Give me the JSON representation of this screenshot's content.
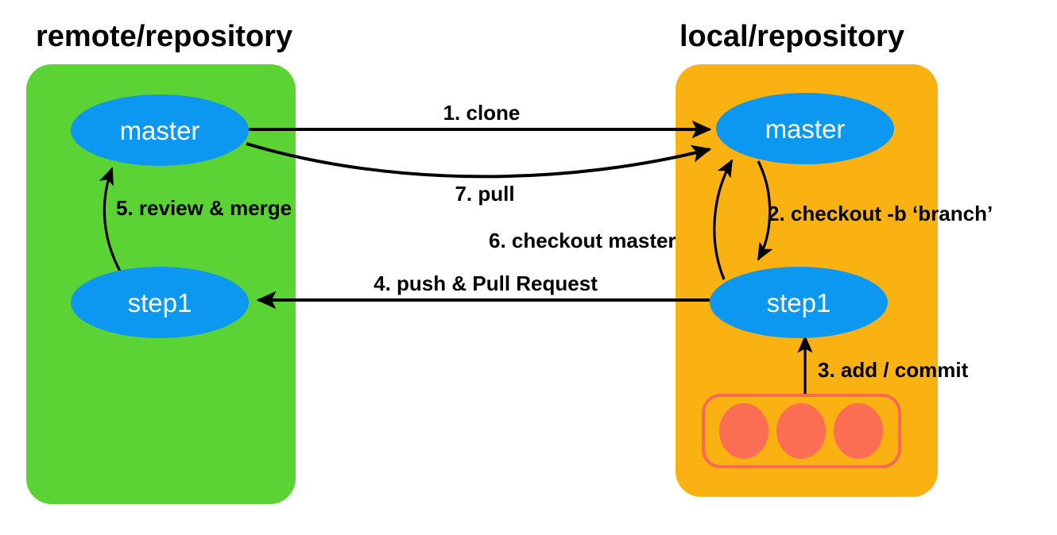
{
  "diagram": {
    "title_remote": "remote/repository",
    "title_local": "local/repository",
    "colors": {
      "remote_panel": "#5CD334",
      "local_panel": "#F9B211",
      "branch_node": "#0C98F0",
      "node_text": "#FFFFFF",
      "commit_dot": "#FC6E53",
      "staging_border": "#F96A54",
      "arrow": "#000000",
      "background": "#FFFFFF"
    },
    "nodes": [
      {
        "id": "remote-master",
        "label": "master",
        "panel": "remote"
      },
      {
        "id": "remote-step1",
        "label": "step1",
        "panel": "remote"
      },
      {
        "id": "local-master",
        "label": "master",
        "panel": "local"
      },
      {
        "id": "local-step1",
        "label": "step1",
        "panel": "local"
      }
    ],
    "commits": [
      {
        "id": "commit-1"
      },
      {
        "id": "commit-2"
      },
      {
        "id": "commit-3"
      }
    ],
    "edges": [
      {
        "step": 1,
        "label": "1. clone",
        "from": "remote-master",
        "to": "local-master"
      },
      {
        "step": 2,
        "label": "2. checkout -b ‘branch’",
        "from": "local-master",
        "to": "local-step1"
      },
      {
        "step": 3,
        "label": "3. add / commit",
        "from": "staging-area",
        "to": "local-step1"
      },
      {
        "step": 4,
        "label": "4. push & Pull Request",
        "from": "local-step1",
        "to": "remote-step1"
      },
      {
        "step": 5,
        "label": "5. review & merge",
        "from": "remote-step1",
        "to": "remote-master"
      },
      {
        "step": 6,
        "label": "6. checkout master",
        "from": "local-step1",
        "to": "local-master"
      },
      {
        "step": 7,
        "label": "7. pull",
        "from": "remote-master",
        "to": "local-master"
      }
    ]
  }
}
